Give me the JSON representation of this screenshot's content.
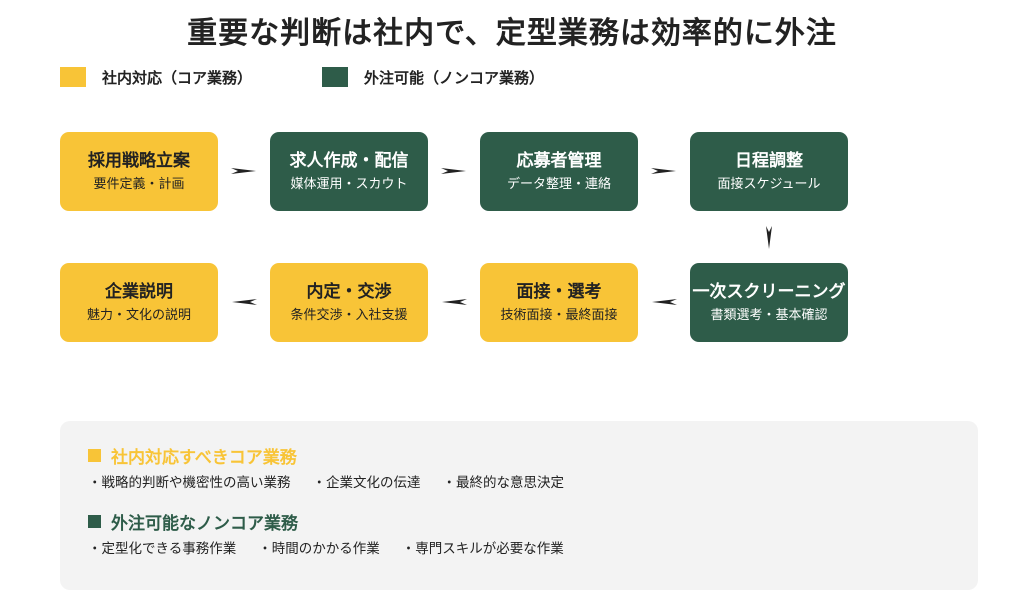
{
  "title": "重要な判断は社内で、定型業務は効率的に外注",
  "legend": [
    {
      "label": "社内対応（コア業務）",
      "color": "#f8c437"
    },
    {
      "label": "外注可能（ノンコア業務）",
      "color": "#2e5c49"
    }
  ],
  "steps": [
    {
      "title": "採用戦略立案",
      "sub": "要件定義・計画",
      "category": "core"
    },
    {
      "title": "求人作成・配信",
      "sub": "媒体運用・スカウト",
      "category": "outsource"
    },
    {
      "title": "応募者管理",
      "sub": "データ整理・連絡",
      "category": "outsource"
    },
    {
      "title": "日程調整",
      "sub": "面接スケジュール",
      "category": "outsource"
    },
    {
      "title": "一次スクリーニング",
      "sub": "書類選考・基本確認",
      "category": "outsource"
    },
    {
      "title": "面接・選考",
      "sub": "技術面接・最終面接",
      "category": "core"
    },
    {
      "title": "内定・交渉",
      "sub": "条件交渉・入社支援",
      "category": "core"
    },
    {
      "title": "企業説明",
      "sub": "魅力・文化の説明",
      "category": "core"
    }
  ],
  "sections": [
    {
      "heading": "社内対応すべきコア業務",
      "color": "#f8c437",
      "items": [
        "・戦略的判断や機密性の高い業務",
        "・企業文化の伝達",
        "・最終的な意思決定"
      ]
    },
    {
      "heading": "外注可能なノンコア業務",
      "color": "#2e5c49",
      "items": [
        "・定型化できる事務作業",
        "・時間のかかる作業",
        "・専門スキルが必要な作業"
      ]
    }
  ],
  "colors": {
    "core": "#f8c437",
    "outsource": "#2e5c49",
    "arrow": "#222222",
    "panel": "#f3f3f3"
  }
}
